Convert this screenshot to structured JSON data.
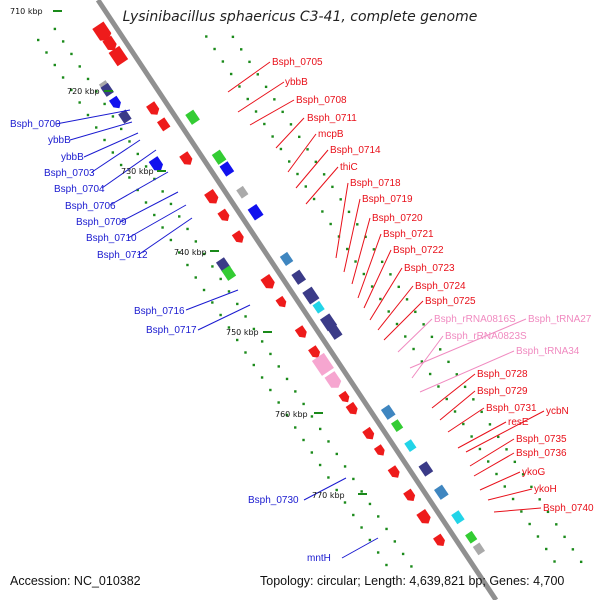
{
  "title": "Lysinibacillus sphaericus C3-41, complete genome",
  "footer": {
    "accession": "Accession: NC_010382",
    "summary": "Topology: circular; Length: 4,639,821 bp; Genes: 4,700"
  },
  "colors": {
    "backbone": "#909090",
    "plus_strand_label": "#e8101a",
    "minus_strand_label": "#1a1ad0",
    "rna_label": "#f08ac0",
    "tick": "#1a8a1a",
    "gene_red": "#ee1b1b",
    "gene_blue": "#1111ee",
    "gene_navy": "#3b3b88",
    "gene_green": "#33cc33",
    "gene_pink": "#f6a6d0",
    "gene_steel": "#3f86c0",
    "gene_cyan": "#22d4e8",
    "gene_grey": "#aaaaaa"
  },
  "scale_ticks": [
    "710 kbp",
    "720 kbp",
    "730 kbp",
    "740 kbp",
    "750 kbp",
    "760 kbp",
    "770 kbp"
  ],
  "labels_left": [
    "Bsph_0700",
    "ybbB",
    "ybbB",
    "Bsph_0703",
    "Bsph_0704",
    "Bsph_0706",
    "Bsph_0709",
    "Bsph_0710",
    "Bsph_0712",
    "Bsph_0716",
    "Bsph_0717",
    "Bsph_0730",
    "mntH"
  ],
  "labels_right": [
    "Bsph_0705",
    "ybbB",
    "Bsph_0708",
    "Bsph_0711",
    "mcpB",
    "Bsph_0714",
    "thiC",
    "Bsph_0718",
    "Bsph_0719",
    "Bsph_0720",
    "Bsph_0721",
    "Bsph_0722",
    "Bsph_0723",
    "Bsph_0724",
    "Bsph_0725",
    "Bsph_0728",
    "Bsph_0729",
    "Bsph_0731",
    "resE",
    "ycbN",
    "Bsph_0735",
    "Bsph_0736",
    "ykoG",
    "ykoH",
    "Bsph_0740"
  ],
  "labels_rna": [
    "Bsph_rRNA0816S",
    "Bsph_tRNA27",
    "Bsph_rRNA0823S",
    "Bsph_tRNA34"
  ]
}
